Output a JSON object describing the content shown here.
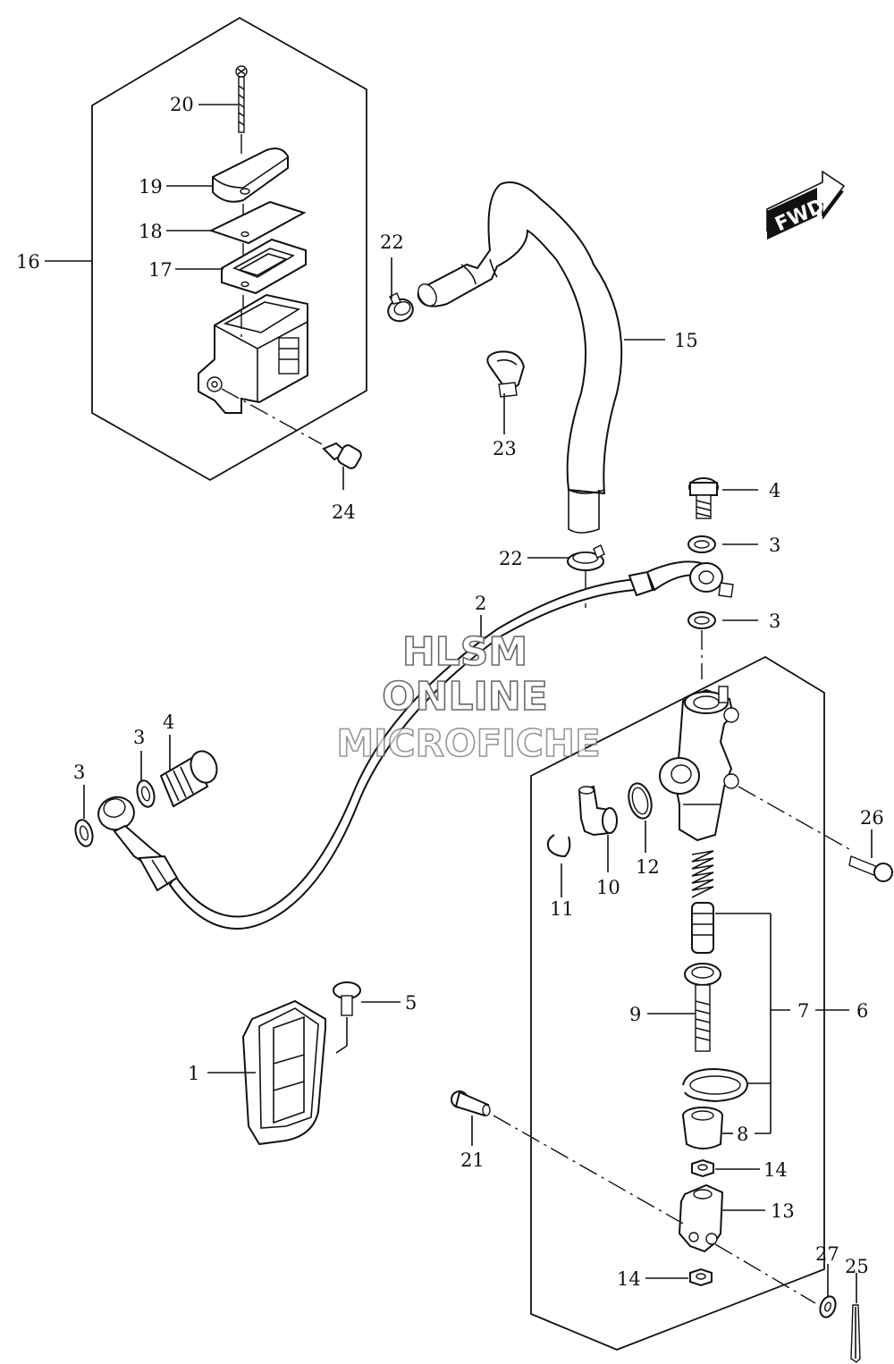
{
  "watermark": {
    "line1": "HLSM",
    "line2": "ONLINE",
    "line3": "MICROFICHE"
  },
  "direction_arrow": {
    "label": "FWD",
    "icon": "fwd-arrow-icon"
  },
  "callouts": {
    "c1": "1",
    "c2": "2",
    "c3a": "3",
    "c3b": "3",
    "c3c": "3",
    "c3d": "3",
    "c4a": "4",
    "c4b": "4",
    "c5": "5",
    "c6": "6",
    "c7": "7",
    "c8": "8",
    "c9": "9",
    "c10": "10",
    "c11": "11",
    "c12": "12",
    "c13": "13",
    "c14a": "14",
    "c14b": "14",
    "c15": "15",
    "c16": "16",
    "c17": "17",
    "c18": "18",
    "c19": "19",
    "c20": "20",
    "c21": "21",
    "c22a": "22",
    "c22b": "22",
    "c23": "23",
    "c24": "24",
    "c25": "25",
    "c26": "26",
    "c27": "27"
  }
}
